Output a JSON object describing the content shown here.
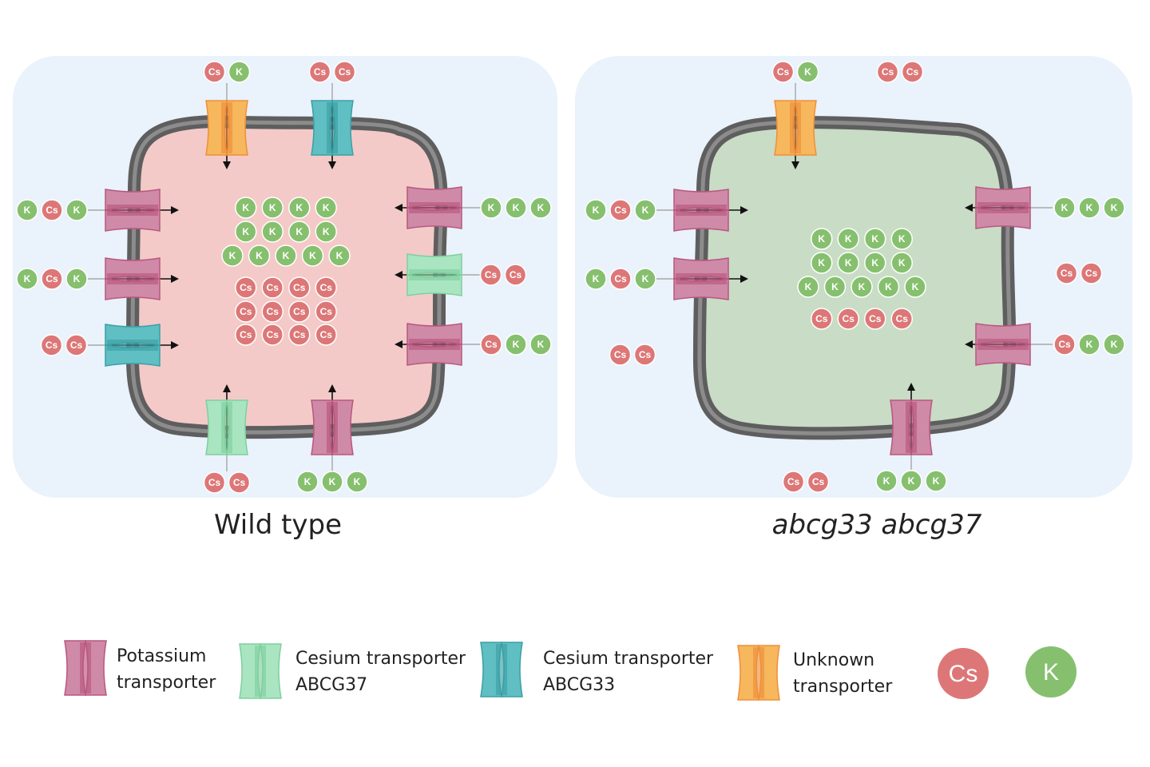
{
  "panels": [
    {
      "caption": "Wild type",
      "caption_style": "normal",
      "cytoplasm_color": "#f3cac8",
      "inside_ions": [
        [
          "K",
          "K",
          "K",
          "K"
        ],
        [
          "K",
          "K",
          "K",
          "K"
        ],
        [
          "K",
          "K",
          "K",
          "K",
          "K"
        ],
        [
          "Cs",
          "Cs",
          "Cs",
          "Cs"
        ],
        [
          "Cs",
          "Cs",
          "Cs",
          "Cs"
        ],
        [
          "Cs",
          "Cs",
          "Cs",
          "Cs"
        ]
      ]
    },
    {
      "caption": "abcg33 abcg37",
      "caption_style": "italic",
      "cytoplasm_color": "#c9dcc6",
      "inside_ions": [
        [
          "K",
          "K",
          "K",
          "K"
        ],
        [
          "K",
          "K",
          "K",
          "K"
        ],
        [
          "K",
          "K",
          "K",
          "K",
          "K"
        ],
        [
          "Cs",
          "Cs",
          "Cs",
          "Cs"
        ]
      ]
    }
  ],
  "legend": [
    {
      "kind": "transporter",
      "type": "potassium",
      "lines": [
        "Potassium",
        "transporter"
      ]
    },
    {
      "kind": "transporter",
      "type": "abcg37",
      "lines": [
        "Cesium transporter",
        "ABCG37"
      ]
    },
    {
      "kind": "transporter",
      "type": "abcg33",
      "lines": [
        "Cesium transporter",
        "ABCG33"
      ]
    },
    {
      "kind": "transporter",
      "type": "unknown",
      "lines": [
        "Unknown",
        "transporter"
      ]
    },
    {
      "kind": "ion",
      "type": "Cs",
      "label": "Cs"
    },
    {
      "kind": "ion",
      "type": "K",
      "label": "K"
    }
  ],
  "colors": {
    "background_panel": "#eaf2fb",
    "membrane": "#5e5e5e",
    "membrane_inner": "#8c8c8c",
    "cs_ion": "#dd7777",
    "k_ion": "#86c06e",
    "potassium": "#cf8aa8",
    "abcg37": "#a9e5c0",
    "abcg33": "#5fbfc3",
    "unknown": "#f7b75d"
  }
}
